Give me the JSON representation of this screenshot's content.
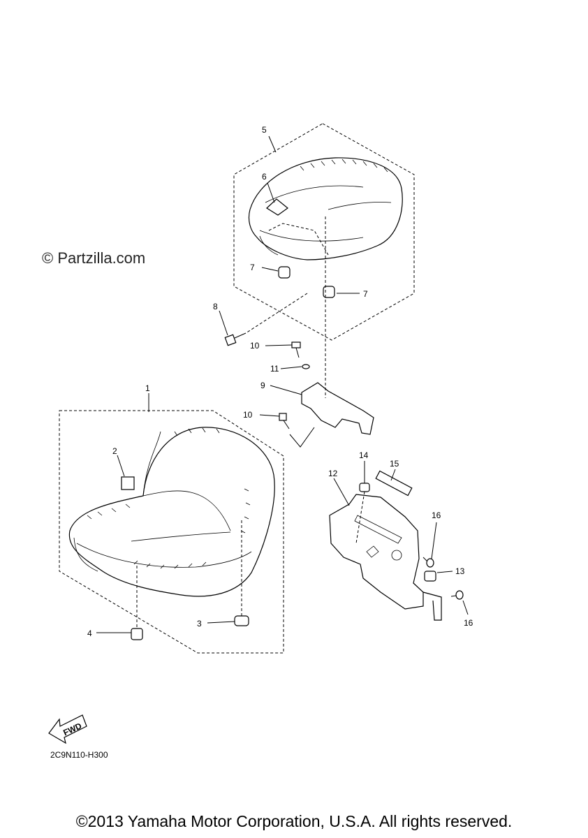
{
  "watermark": "© Partzilla.com",
  "diagram_code": "2C9N110-H300",
  "copyright": "©2013 Yamaha Motor Corporation, U.S.A. All rights reserved.",
  "fwd_label": "FWD",
  "callouts": {
    "c1": "1",
    "c2": "2",
    "c3": "3",
    "c4": "4",
    "c5": "5",
    "c6": "6",
    "c7a": "7",
    "c7b": "7",
    "c8": "8",
    "c9": "9",
    "c10a": "10",
    "c10b": "10",
    "c11": "11",
    "c12": "12",
    "c13": "13",
    "c14": "14",
    "c15": "15",
    "c16a": "16",
    "c16b": "16"
  }
}
